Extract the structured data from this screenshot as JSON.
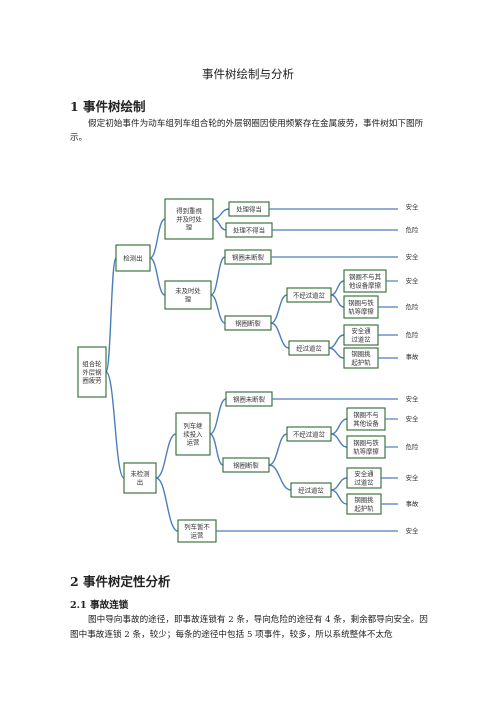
{
  "title": "事件树绘制与分析",
  "section1": {
    "heading": "1 事件树绘制",
    "paragraph": "假定初始事件为动车组列车组合轮的外层钢圈因使用频繁存在金属疲劳，事件树如下图所示。"
  },
  "tree": {
    "root": [
      "组合轮",
      "外层钢",
      "圈疲劳"
    ],
    "detected": [
      "检测出"
    ],
    "handled_timely": [
      "得到重視",
      "并及时处",
      "理"
    ],
    "handled_ok": [
      "处理得当"
    ],
    "handled_bad": [
      "处理不得当"
    ],
    "not_handled": [
      "未及时处",
      "理"
    ],
    "a_not_broken": [
      "钢圈未断裂"
    ],
    "a_broken": [
      "钢圈断裂"
    ],
    "a_not_switch": [
      "不经过道岔"
    ],
    "a_no_friction": [
      "钢圈不与其",
      "他设备摩擦"
    ],
    "a_friction": [
      "钢圈与铁",
      "轨等摩擦"
    ],
    "a_switch": [
      "经过道岔"
    ],
    "a_safe_pass": [
      "安全通",
      "过道岔"
    ],
    "a_ride_up": [
      "钢圈挑",
      "起护轨"
    ],
    "undetected": [
      "未检测",
      "出"
    ],
    "continue_run": [
      "列车继",
      "续投入",
      "运营"
    ],
    "b_not_broken": [
      "钢圈未断裂"
    ],
    "b_broken": [
      "钢圈断裂"
    ],
    "b_not_switch": [
      "不经过道岔"
    ],
    "b_no_friction": [
      "钢圈不与",
      "其他设备"
    ],
    "b_friction": [
      "钢圈与铁",
      "轨等摩擦"
    ],
    "b_switch": [
      "经过道岔"
    ],
    "b_safe_pass": [
      "安全通",
      "过道岔"
    ],
    "b_ride_up": [
      "钢圈挑",
      "起护轨"
    ],
    "stop_run": [
      "列车暂不",
      "运营"
    ],
    "outcomes": [
      "安全",
      "危险",
      "安全",
      "安全",
      "危险",
      "危险",
      "事故",
      "安全",
      "安全",
      "危险",
      "安全",
      "事故",
      "安全"
    ]
  },
  "section2": {
    "heading": "2 事件树定性分析",
    "sub_heading": "2.1 事故连锁",
    "paragraph": "图中导向事故的途径，即事故连锁有 2 条，导向危险的途径有 4 条，剩余都导向安全。因图中事故连锁 2 条，较少；每条的途径中包括 5 项事件，较多，所以系统整体不太危"
  },
  "colors": {
    "edge": "#4a7ebb",
    "box_border": "#2f6a30"
  }
}
